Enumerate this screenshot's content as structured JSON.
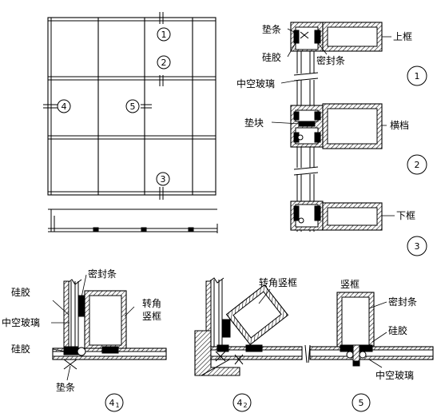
{
  "elevation": {
    "markers": [
      "1",
      "2",
      "3",
      "4",
      "5"
    ]
  },
  "section_vertical": {
    "labels": {
      "spacer_strip": "垫条",
      "silicone": "硅胶",
      "sealing_strip": "密封条",
      "top_frame": "上框",
      "insulating_glass": "中空玻璃",
      "setting_block": "垫块",
      "transom": "横档",
      "bottom_frame": "下框"
    },
    "markers": [
      "1",
      "2",
      "3"
    ]
  },
  "detail_4_1": {
    "labels": {
      "sealing_strip": "密封条",
      "silicone_top": "硅胶",
      "insulating_glass": "中空玻璃",
      "silicone_bottom": "硅胶",
      "corner_mullion_line1": "转角",
      "corner_mullion_line2": "竖框",
      "spacer_strip": "垫条"
    },
    "marker_main": "4",
    "marker_sub": "1"
  },
  "detail_4_2": {
    "labels": {
      "corner_mullion": "转角竖框"
    },
    "marker_main": "4",
    "marker_sub": "2"
  },
  "detail_5": {
    "labels": {
      "mullion": "竖框",
      "sealing_strip": "密封条",
      "silicone": "硅胶",
      "insulating_glass": "中空玻璃"
    },
    "marker": "5"
  }
}
